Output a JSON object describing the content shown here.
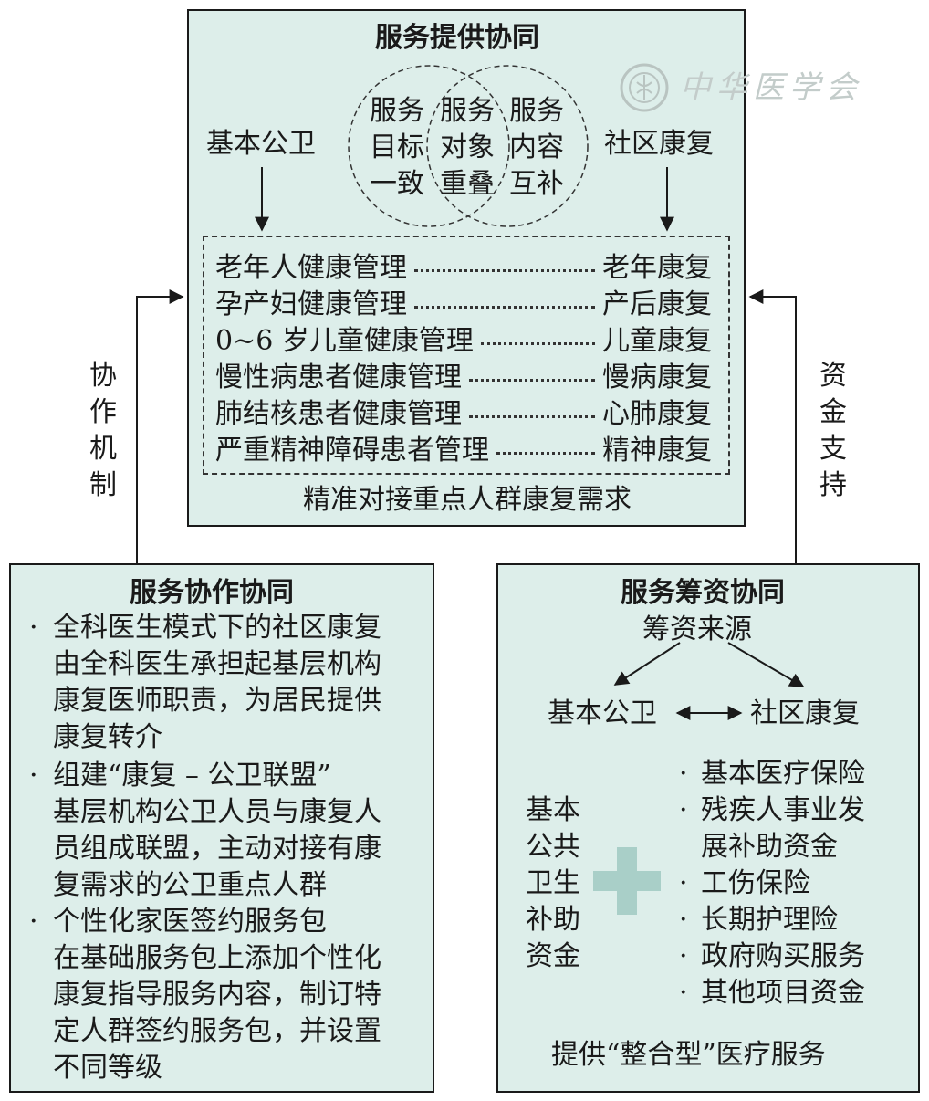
{
  "top_box": {
    "title": "服务提供协同",
    "left_label": "基本公卫",
    "right_label": "社区康复",
    "venn": {
      "left": [
        "服务",
        "目标",
        "一致"
      ],
      "middle": [
        "服务",
        "对象",
        "重叠"
      ],
      "right": [
        "服务",
        "内容",
        "互补"
      ]
    },
    "rows": [
      {
        "left": "老年人健康管理",
        "right": "老年康复"
      },
      {
        "left": "孕产妇健康管理",
        "right": "产后康复"
      },
      {
        "left": "0~6 岁儿童健康管理",
        "right": "儿童康复"
      },
      {
        "left": "慢性病患者健康管理",
        "right": "慢病康复"
      },
      {
        "left": "肺结核患者健康管理",
        "right": "心肺康复"
      },
      {
        "left": "严重精神障碍患者管理",
        "right": "精神康复"
      }
    ],
    "footer": "精准对接重点人群康复需求"
  },
  "side_labels": {
    "left": "协作机制",
    "right": "资金支持"
  },
  "watermark": {
    "text": "中华医学会"
  },
  "left_box": {
    "title": "服务协作协同",
    "bullet": "·",
    "items": [
      {
        "head": "全科医生模式下的社区康复",
        "lines": [
          "由全科医生承担起基层机构",
          "康复医师职责，为居民提供",
          "康复转介"
        ]
      },
      {
        "head": "组建“康复 – 公卫联盟”",
        "lines": [
          "基层机构公卫人员与康复人",
          "员组成联盟，主动对接有康",
          "复需求的公卫重点人群"
        ]
      },
      {
        "head": "个性化家医签约服务包",
        "lines": [
          "在基础服务包上添加个性化",
          "康复指导服务内容，制订特",
          "定人群签约服务包，并设置",
          "不同等级"
        ]
      }
    ]
  },
  "right_box": {
    "title": "服务筹资协同",
    "subtitle": "筹资来源",
    "left_node": "基本公卫",
    "right_node": "社区康复",
    "left_fund": [
      "基本",
      "公共",
      "卫生",
      "补助",
      "资金"
    ],
    "right_funds": [
      "基本医疗保险",
      "残疾人事业发",
      "展补助资金",
      "工伤保险",
      "长期护理险",
      "政府购买服务",
      "其他项目资金"
    ],
    "footer": "提供“整合型”医疗服务"
  }
}
